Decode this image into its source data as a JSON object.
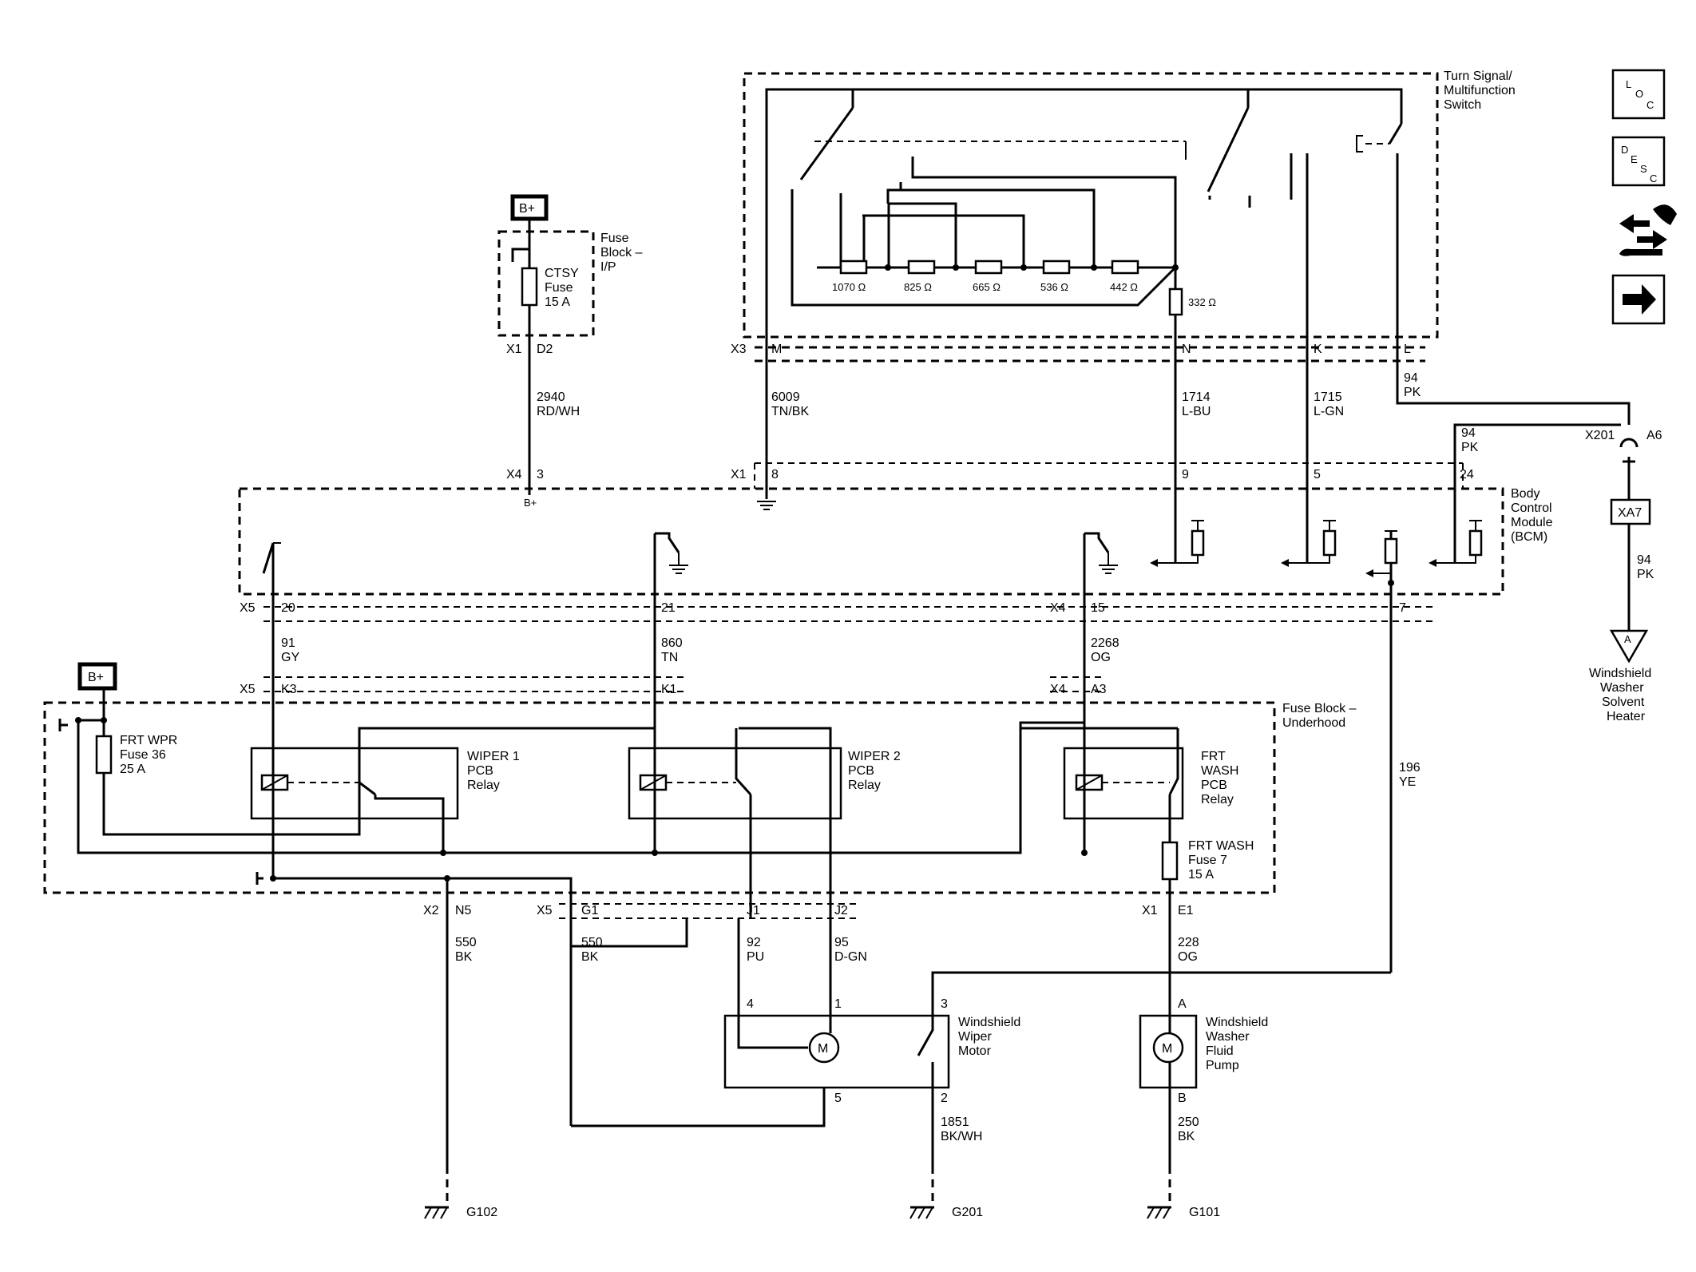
{
  "sources": {
    "bplus": "B+"
  },
  "components": {
    "turn_signal_switch": [
      "Turn Signal/",
      "Multifunction",
      "Switch"
    ],
    "fuse_block_ip": [
      "Fuse",
      "Block –",
      "I/P"
    ],
    "ctsy_fuse": [
      "CTSY",
      "Fuse",
      "15 A"
    ],
    "bcm": [
      "Body",
      "Control",
      "Module",
      "(BCM)"
    ],
    "fuse_block_underhood": [
      "Fuse Block –",
      "Underhood"
    ],
    "frt_wpr_fuse": [
      "FRT WPR",
      "Fuse 36",
      "25 A"
    ],
    "wiper1_relay": [
      "WIPER 1",
      "PCB",
      "Relay"
    ],
    "wiper2_relay": [
      "WIPER 2",
      "PCB",
      "Relay"
    ],
    "frt_wash_relay": [
      "FRT",
      "WASH",
      "PCB",
      "Relay"
    ],
    "frt_wash_fuse": [
      "FRT WASH",
      "Fuse 7",
      "15 A"
    ],
    "wiper_motor": [
      "Windshield",
      "Wiper",
      "Motor"
    ],
    "washer_pump": [
      "Windshield",
      "Washer",
      "Fluid",
      "Pump"
    ],
    "solvent_heater": [
      "Windshield",
      "Washer",
      "Solvent",
      "Heater"
    ],
    "motor_symbol": "M",
    "heater_terminal": "A",
    "inline_connector": "XA7"
  },
  "resistors": [
    "1070 Ω",
    "825 Ω",
    "665 Ω",
    "536 Ω",
    "442 Ω",
    "332 Ω"
  ],
  "connectors": {
    "x1": "X1",
    "x2": "X2",
    "x3": "X3",
    "x4": "X4",
    "x5": "X5",
    "x201": "X201",
    "pins": {
      "d2": "D2",
      "m": "M",
      "n": "N",
      "k": "K",
      "l": "L",
      "a6": "A6",
      "p3": "3",
      "p8": "8",
      "p9": "9",
      "p5": "5",
      "p24": "24",
      "p20": "20",
      "p21": "21",
      "p15": "15",
      "p7": "7",
      "k3": "K3",
      "k1": "K1",
      "a3": "A3",
      "n5": "N5",
      "g1": "G1",
      "j1": "J1",
      "j2": "J2",
      "e1": "E1",
      "m4": "4",
      "m1": "1",
      "m3": "3",
      "m5": "5",
      "m2": "2",
      "pa": "A",
      "pb": "B"
    }
  },
  "wires": {
    "w2940": [
      "2940",
      "RD/WH"
    ],
    "w6009": [
      "6009",
      "TN/BK"
    ],
    "w1714": [
      "1714",
      "L-BU"
    ],
    "w1715": [
      "1715",
      "L-GN"
    ],
    "w94a": [
      "94",
      "PK"
    ],
    "w94b": [
      "94",
      "PK"
    ],
    "w94c": [
      "94",
      "PK"
    ],
    "w91": [
      "91",
      "GY"
    ],
    "w860": [
      "860",
      "TN"
    ],
    "w2268": [
      "2268",
      "OG"
    ],
    "w196": [
      "196",
      "YE"
    ],
    "w550a": [
      "550",
      "BK"
    ],
    "w550b": [
      "550",
      "BK"
    ],
    "w92": [
      "92",
      "PU"
    ],
    "w95": [
      "95",
      "D-GN"
    ],
    "w228": [
      "228",
      "OG"
    ],
    "w1851": [
      "1851",
      "BK/WH"
    ],
    "w250": [
      "250",
      "BK"
    ]
  },
  "grounds": [
    "G102",
    "G201",
    "G101"
  ],
  "nav_icons": [
    {
      "name": "loc-icon",
      "letters": [
        "L",
        "O",
        "C"
      ]
    },
    {
      "name": "desc-icon",
      "letters": [
        "D",
        "E",
        "S",
        "C"
      ]
    },
    {
      "name": "connector-repair-icon"
    },
    {
      "name": "next-arrow-icon"
    }
  ]
}
